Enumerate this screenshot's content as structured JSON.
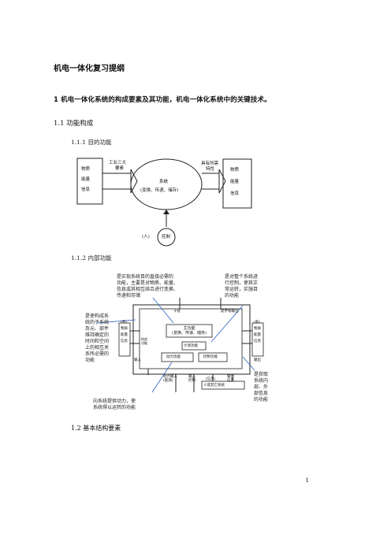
{
  "doc": {
    "title": "机电一体化复习提纲",
    "heading1": "1 机电一体化系统的构成要素及其功能，机电一体化系统中的关键技术。",
    "sec_1_1": "1.1  功能构成",
    "sec_1_1_1": "1.1.1 目的功能",
    "sec_1_1_2": "1.1.2 内部功能",
    "sec_1_2": "1.2 基本结构要素",
    "page_number": "1"
  },
  "diagram1": {
    "left_box": [
      "物质",
      "能量",
      "信息"
    ],
    "input_label": [
      "工业三大",
      "要素"
    ],
    "system_label": "系统",
    "system_sub": "(变换、传递、储存)",
    "output_label": [
      "具有所需",
      "特性"
    ],
    "right_box": [
      "物质",
      "能量",
      "信息"
    ],
    "human": "(人)",
    "control": "控制"
  },
  "diagram2": {
    "ann_top_left": [
      "是实现系统目的直接必需的",
      "功能，主要是对物质、能量、",
      "信息或其相互结合进行变换、",
      "传递和存储"
    ],
    "ann_top_right": [
      "是对整个系统进",
      "行控制，使其正",
      "常运转，实施目",
      "的功能"
    ],
    "ann_left": [
      "是使构成系",
      "统的子系统",
      "及元、部件",
      "维持确定的",
      "时间和空间",
      "上的相互关",
      "系所必需的",
      "功能"
    ],
    "ann_bottom_left": [
      "向系统提供动力，使",
      "系统得以运转的功能"
    ],
    "ann_right": [
      "是获取",
      "系统内",
      "部、外",
      "部信息",
      "的功能"
    ],
    "inner": {
      "main_func": "主功能",
      "main_sub": "(变换、传递、储存)",
      "measure": "计测功能",
      "power": "动力功能",
      "control": "控制功能",
      "struct": "构造功能",
      "left_in": [
        "(原)",
        "物质",
        "能量",
        "信息"
      ],
      "right_out": [
        "(新)",
        "物质",
        "能量",
        "信息"
      ],
      "top_in": "干扰",
      "top_out": "废弃物输出",
      "bottom_power_in": [
        "动力输入",
        "(能源)"
      ],
      "bottom_ctrl_in": [
        "输入",
        "控制"
      ],
      "bottom_info_in": "(信息)",
      "bottom_info_out": [
        "输出",
        "信息"
      ],
      "human": "人或其它系统",
      "left_out": "输入",
      "right_side": "输出"
    }
  }
}
